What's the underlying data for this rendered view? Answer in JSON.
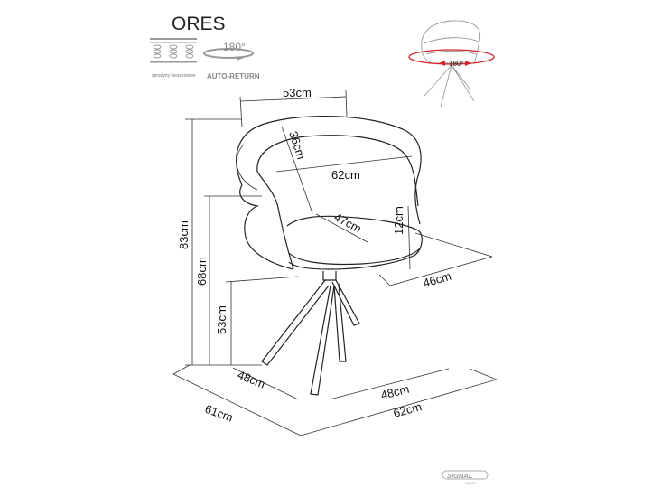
{
  "title": "ORES",
  "icons": {
    "springs_caption": "sprężyny kieszeniowe",
    "rotation_degrees": "180°",
    "auto_return": "AUTO-RETURN",
    "swivel_degrees": "180°",
    "swivel_color": "#d0252a"
  },
  "dimensions": {
    "back_width": "53cm",
    "back_depth": "36cm",
    "overall_width": "62cm",
    "seat_width": "47cm",
    "armrest_height": "12cm",
    "seat_depth": "46cm",
    "total_height": "83cm",
    "armrest_floor_height": "68cm",
    "seat_height": "53cm",
    "base_depth": "48cm",
    "base_width": "48cm",
    "total_depth": "61cm",
    "total_width": "62cm"
  },
  "brand": {
    "name": "SIGNAL",
    "sub": "MEBLE"
  }
}
